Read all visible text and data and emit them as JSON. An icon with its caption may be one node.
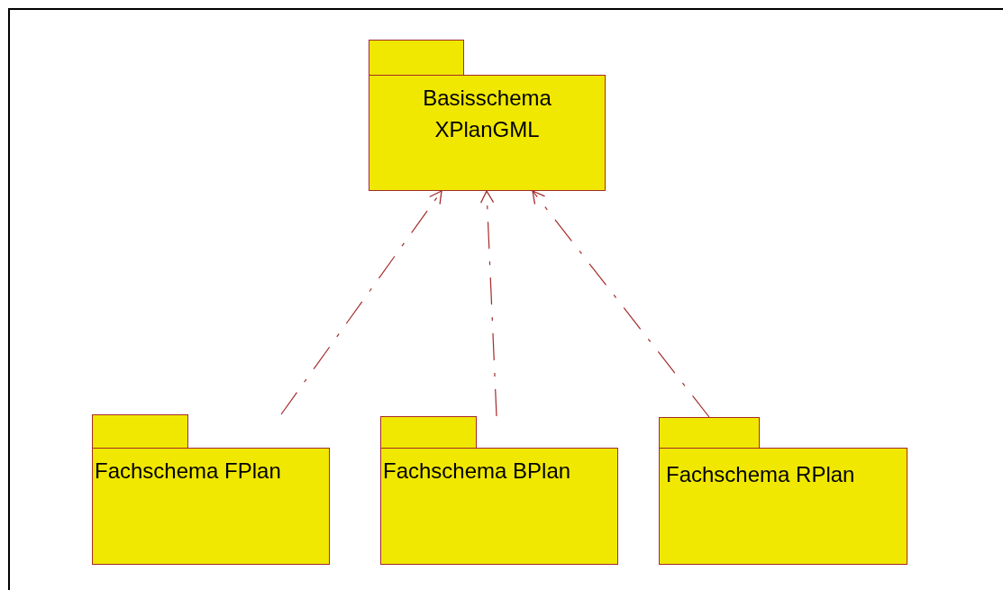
{
  "diagram": {
    "nodes": [
      {
        "text": [
          "Basisschema XPlanGML"
        ]
      },
      {
        "text": [
          "Fachschema FPlan"
        ]
      },
      {
        "text": [
          "Fachschema BPlan"
        ]
      },
      {
        "text": [
          "Fachschema RPlan"
        ]
      }
    ],
    "edges": [
      {
        "from": 1,
        "to": 0,
        "arrow": "to",
        "style": "dashed"
      },
      {
        "from": 2,
        "to": 0,
        "arrow": "to",
        "style": "dashed"
      },
      {
        "from": 3,
        "to": 0,
        "arrow": "to",
        "style": "dashed"
      }
    ]
  }
}
